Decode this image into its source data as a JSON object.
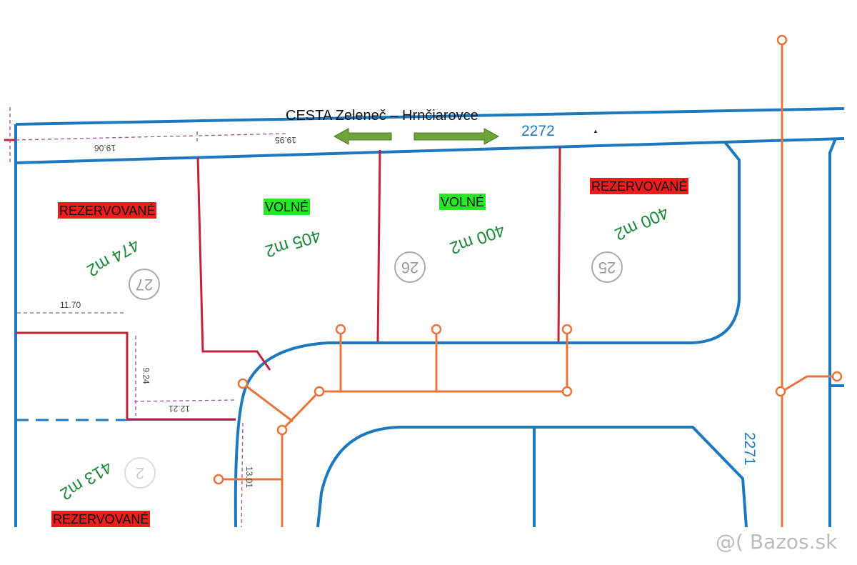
{
  "road": {
    "title": "CESTA Zeleneč – Hrnčiarovce"
  },
  "parcels": {
    "top_road": "2272",
    "right_road": "2271"
  },
  "plots": [
    {
      "id": "plot-27",
      "status": "REZERVOVANÉ",
      "area": "474 m2",
      "number": "27"
    },
    {
      "id": "plot-free-left",
      "status": "VOLNÉ",
      "area": "405 m2"
    },
    {
      "id": "plot-26",
      "status": "VOLNÉ",
      "area": "400 m2",
      "number": "26"
    },
    {
      "id": "plot-25",
      "status": "REZERVOVANÉ",
      "area": "400 m2",
      "number": "25"
    },
    {
      "id": "plot-bottom",
      "status": "REZERVOVANÉ",
      "area": "413 m2",
      "number": "2"
    }
  ],
  "dimensions": {
    "d1": "19.06",
    "d2": "19.95",
    "d3": "11.70",
    "d4": "9.24",
    "d5": "12.21",
    "d6": "13.01"
  },
  "watermark": "@( Bazos.sk",
  "colors": {
    "blue_line": "#1e78be",
    "red_boundary": "#c0233c",
    "orange_utility": "#e8743b",
    "reserved_bg": "#ee1c1c",
    "free_bg": "#26e826",
    "arrow_green": "#6fa43a"
  }
}
